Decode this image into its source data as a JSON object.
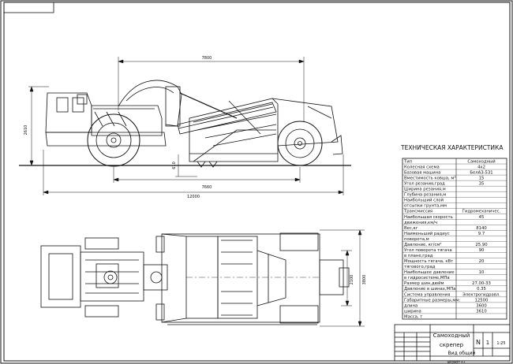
{
  "dimensions": {
    "top_overall": "7800",
    "height": "2610",
    "depth": "610",
    "wheelbase": "7660",
    "total_length": "12000",
    "plan_width_inner": "2100",
    "plan_width_outer": "3800"
  },
  "spec": {
    "title": "ТЕХНИЧЕСКАЯ ХАРАКТЕРИСТИКА",
    "rows": [
      {
        "label": "Тип",
        "value": "Самоходный"
      },
      {
        "label": "Колесная схема",
        "value": "4x2"
      },
      {
        "label": "Базовая машина",
        "value": "БелАЗ-531"
      },
      {
        "label": "Вместимость ковша, м³",
        "value": "15"
      },
      {
        "label": "Угол резания,град",
        "value": "35"
      },
      {
        "label": "Ширина резания,м",
        "value": ""
      },
      {
        "label": "Глубина резания,м",
        "value": ""
      },
      {
        "label": "Наибольший слой",
        "value": ""
      },
      {
        "label": "отсыпки грунта,мм",
        "value": ""
      },
      {
        "label": "Трансмиссия",
        "value": "Гидромеханичес."
      },
      {
        "label": "Наибольшая скорость",
        "value": "45"
      },
      {
        "label": "движения,км/ч",
        "value": ""
      },
      {
        "label": "Вес,кг",
        "value": "8140"
      },
      {
        "label": "Наименьший радиус",
        "value": "9.7"
      },
      {
        "label": "поворота,м",
        "value": ""
      },
      {
        "label": "Давление, кг/см²",
        "value": "25.90"
      },
      {
        "label": "Угол поворота тягача",
        "value": "90"
      },
      {
        "label": "в плане,град",
        "value": ""
      },
      {
        "label": "Мощность тягача, кВт",
        "value": "20"
      },
      {
        "label": "тягового,град",
        "value": ""
      },
      {
        "label": "Наибольшее давление",
        "value": "10"
      },
      {
        "label": "в гидросистеме,МПа",
        "value": ""
      },
      {
        "label": "Размер шин,дюйм",
        "value": "27.00-33"
      },
      {
        "label": "Давление в шинах,МПа",
        "value": "0.35"
      },
      {
        "label": "Система управления",
        "value": "Электрогидравл."
      },
      {
        "label": "Габаритные размеры,мм:",
        "value": "12500"
      },
      {
        "label": "длина",
        "value": "3600"
      },
      {
        "label": "ширина",
        "value": "3610"
      },
      {
        "label": "Масса, т",
        "value": ""
      }
    ]
  },
  "title_block": {
    "name_line1": "Самоходный",
    "name_line2": "скрепер",
    "view": "Вид общий",
    "sheet_mark": "N",
    "sheet_num": "1",
    "sheet_of": "1:25",
    "footer": "Формат А3"
  },
  "colors": {
    "ink": "#111111",
    "paper": "#ffffff"
  }
}
